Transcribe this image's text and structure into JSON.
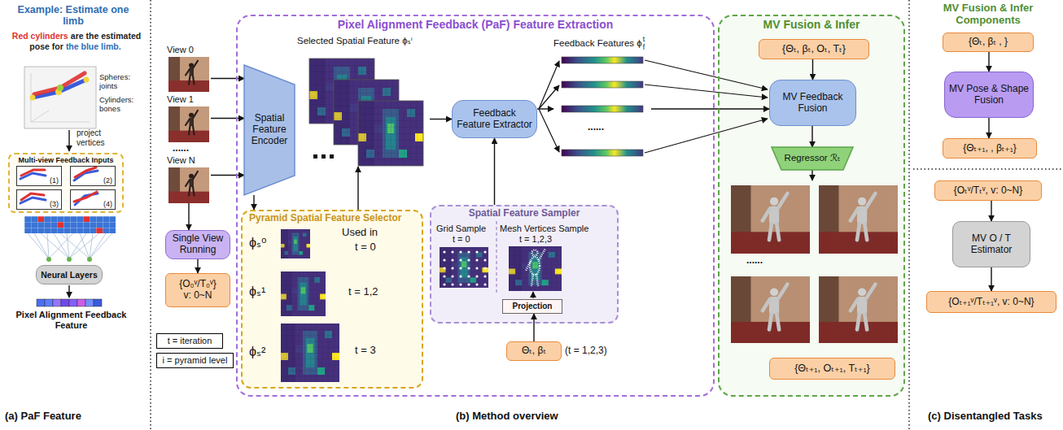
{
  "diagram": {
    "nodes": [
      {
        "text": [
          "Multi-view Feedback Inputs"
        ]
      },
      {
        "text": [
          "(1)"
        ],
        "in": 0
      },
      {
        "text": [
          "(2)"
        ],
        "in": 0
      },
      {
        "text": [
          "(3)"
        ],
        "in": 0
      },
      {
        "text": [
          "(4)"
        ],
        "in": 0
      },
      {
        "text": [
          "Neural Layers"
        ]
      },
      {
        "text": [
          "View 0"
        ]
      },
      {
        "text": [
          "View 1"
        ]
      },
      {
        "text": [
          "View N"
        ]
      },
      {
        "text": [
          "Single View Running"
        ]
      },
      {
        "text": [
          "{O₀ᵛ/T₀ᵛ}",
          "v: 0~N"
        ]
      },
      {
        "text": [
          "t = iteration"
        ]
      },
      {
        "text": [
          "i = pyramid level"
        ]
      },
      {
        "text": [
          "Pixel Alignment Feedback (PaF) Feature Extraction"
        ]
      },
      {
        "text": [
          "Spatial Feature Encoder"
        ],
        "in": 13
      },
      {
        "text": [
          "Selected Spatial Feature ϕₛⁱ"
        ],
        "in": 13
      },
      {
        "text": [
          "Pyramid Spatial Feature Selector"
        ],
        "in": 13
      },
      {
        "text": [
          "Feedback Feature Extractor"
        ],
        "in": 13
      },
      {
        "text": [
          "Feedback Features ϕ",
          "f",
          "t"
        ],
        "in": 13
      },
      {
        "text": [
          "Spatial Feature Sampler"
        ],
        "in": 13
      },
      {
        "text": [
          "Projection"
        ],
        "in": 19
      },
      {
        "text": [
          "Θₜ, βₜ"
        ],
        "in": 13
      },
      {
        "text": [
          "MV Fusion & Infer"
        ]
      },
      {
        "text": [
          "{Θₜ, βₜ, Oₜ, Tₜ}"
        ],
        "in": 22
      },
      {
        "text": [
          "MV Feedback Fusion"
        ],
        "in": 22
      },
      {
        "text": [
          "Regressor ℛₜ"
        ],
        "in": 22
      },
      {
        "text": [
          "......"
        ],
        "in": 22
      },
      {
        "text": [
          "{Θₜ₊₁, Oₜ₊₁, Tₜ₊₁}"
        ],
        "in": 22
      },
      {
        "text": [
          "{Θₜ, βₜ , }"
        ]
      },
      {
        "text": [
          "MV Pose & Shape Fusion"
        ]
      },
      {
        "text": [
          "{Θₜ₊₁, , βₜ₊₁}"
        ]
      },
      {
        "text": [
          "{Oₜᵛ/Tₜᵛ, v: 0~N}"
        ]
      },
      {
        "text": [
          "MV O / T Estimator"
        ]
      },
      {
        "text": [
          "{Oₜ₊₁ᵛ/Tₜ₊₁ᵛ, v: 0~N}"
        ]
      }
    ],
    "edges": [
      {
        "from": 6,
        "to": 14,
        "arrow": "to"
      },
      {
        "from": 7,
        "to": 14,
        "arrow": "to"
      },
      {
        "from": 8,
        "to": 14,
        "arrow": "to"
      },
      {
        "from": 8,
        "to": 9,
        "arrow": "to"
      },
      {
        "from": 9,
        "to": 10,
        "arrow": "to"
      },
      {
        "from": 14,
        "to": 16,
        "arrow": "to"
      },
      {
        "from": 16,
        "to": 15,
        "arrow": "to"
      },
      {
        "from": 15,
        "to": 17,
        "arrow": "to"
      },
      {
        "from": 19,
        "to": 17,
        "arrow": "to"
      },
      {
        "from": 21,
        "to": 20,
        "arrow": "to"
      },
      {
        "from": 17,
        "to": 18,
        "arrow": "to"
      },
      {
        "from": 18,
        "to": 24,
        "arrow": "to"
      },
      {
        "from": 23,
        "to": 24,
        "arrow": "to"
      },
      {
        "from": 24,
        "to": 25,
        "arrow": "to"
      },
      {
        "from": 25,
        "to": 26,
        "arrow": "to"
      },
      {
        "from": 28,
        "to": 29,
        "arrow": "to"
      },
      {
        "from": 29,
        "to": 30,
        "arrow": "to"
      },
      {
        "from": 31,
        "to": 32,
        "arrow": "to"
      },
      {
        "from": 32,
        "to": 33,
        "arrow": "to"
      }
    ],
    "labels": [
      "Example: Estimate one limb",
      "Red cylinders",
      "are the estimated pose for",
      "the blue limb.",
      "Spheres: joints",
      "Cylinders: bones",
      "project vertices",
      "Pixel Alignment Feedback Feature",
      "(a) PaF Feature",
      "......",
      "ϕₛ⁰",
      "Used in",
      "t = 0",
      "ϕₛ¹",
      "t = 1,2",
      "ϕₛ²",
      "t = 3",
      "Grid Sample",
      "t = 0",
      "Mesh Vertices Sample",
      "t = 1,2,3",
      "(t = 1,2,3)",
      "......",
      "(b) Method overview",
      "MV Fusion & Infer Components",
      "(c) Disentangled Tasks"
    ]
  }
}
